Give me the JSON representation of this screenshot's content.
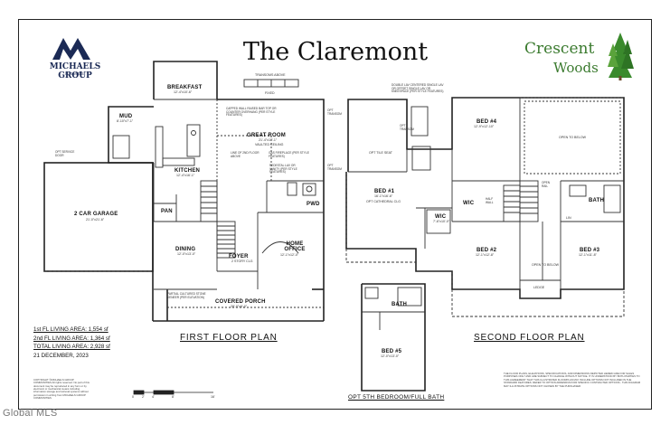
{
  "document": {
    "title": "The Claremont",
    "builder_name": "MICHAELS GROUP",
    "builder_sub": "HOMES",
    "community_line1": "Crescent",
    "community_line2": "Woods",
    "watermark": "Global MLS",
    "brand_colors": {
      "builder_navy": "#1b2a55",
      "community_green": "#3a7a2e"
    }
  },
  "plans": {
    "first_floor": "FIRST FLOOR PLAN",
    "second_floor": "SECOND FLOOR PLAN",
    "optional": "OPT 5TH BEDROOM/FULL BATH"
  },
  "first_floor_rooms": {
    "breakfast": "BREAKFAST",
    "breakfast_dim": "12'-4\"x10'-6\"",
    "mud": "MUD",
    "mud_dim": "8'-10\"x7'-1\"",
    "great_room": "GREAT ROOM",
    "great_room_dim": "21'-4\"x17'-1\"",
    "great_room_note": "VAULTED CEILING",
    "kitchen": "KITCHEN",
    "kitchen_dim": "12'-4\"x16'-1\"",
    "pan": "PAN",
    "garage": "2 CAR GARAGE",
    "garage_dim": "21'-0\"x21'-6\"",
    "dining": "DINING",
    "dining_dim": "12'-0\"x13'-0\"",
    "foyer": "FOYER",
    "foyer_note": "2 STORY CLG",
    "home_office": "HOME OFFICE",
    "home_office_dim": "12'-1\"x12'-0\"",
    "pwd": "PWD",
    "covered_porch": "COVERED PORCH",
    "covered_porch_dim": "28'-0\"x6'-0\"",
    "porch_note": "PARTIAL CULTURED STONE VENEER (PER ELEVATION)",
    "transom": "TRANSOMS ABOVE",
    "fixed": "FIXED",
    "ceiling_note": "CAPPED WALL RAISED BAR TOP OR COUNTER OVERHANG (PER STYLE FEATURES)",
    "fireplace_note": "GAS FIREPLACE (PER STYLE FEATURES)",
    "floor_above_note": "LINE OF 2ND FLOOR ABOVE",
    "pedestal_note": "PEDESTAL LAV OR VANITY (PER STYLE FEATURES)",
    "service_door": "OPT SERVICE DOOR",
    "opt_transom_right": "OPT TRANSOM",
    "opt_transom_left": "OPT TRANSOM"
  },
  "second_floor_rooms": {
    "bed4": "BED #4",
    "bed4_dim": "12'-9\"x12'-10\"",
    "open_below": "OPEN TO BELOW",
    "bed1": "BED #1",
    "bed1_dim": "16'-1\"x16'-6\"",
    "bed1_note": "OPT CATHEDRAL CLG",
    "wic": "WIC",
    "wic_dim": "7'-6\"x10'-0\"",
    "bath": "BATH",
    "bed2": "BED #2",
    "bed2_dim": "12'-1\"x12'-8\"",
    "bed3": "BED #3",
    "bed3_dim": "12'-1\"x11'-8\"",
    "lin": "LIN",
    "ledge": "LEDGE",
    "open_to_below_small": "OPEN TO BELOW",
    "opt_tile_seat": "OPT TILE SEAT",
    "lav_note": "DOUBLE LAV CENTERED SINGLE LAV OR OFFSET SINGLE LAV OR KNEESPACE (PER STYLE FEATURES)",
    "opt_rail": "OPEN RAIL",
    "half_wall": "HALF WALL",
    "opt_window": "OPT TRANSOM",
    "wic_small": "WIC"
  },
  "optional_rooms": {
    "bath": "BATH",
    "bed5": "BED #5",
    "bed5_dim": "12'-0\"x13'-0\""
  },
  "stats": {
    "first": "1st FL LIVING AREA: 1,554 sf",
    "second": "2nd FL LIVING AREA: 1,364 sf",
    "total": "TOTAL LIVING AREA: 2,928 sf",
    "date": "21 DECEMBER, 2023"
  },
  "scale_labels": [
    "0",
    "2'",
    "4'",
    "8'",
    "16'"
  ],
  "copyright": "COPYRIGHT ©MICHAELS GROUP COMMUNITIES All rights reserved. No part of this document may be reproduced in any form or by electronic or mechanical means including information storage and retrieval systems without permission in writing from MICHAELS GROUP COMMUNITIES",
  "disclaimer": "THE FLOOR PLANS, ELEVATIONS, SPECIFICATIONS, AND DIMENSIONS DEPICTED HEREIN ARE FOR SALES PURPOSES ONLY AND ARE SUBJECT TO CHANGE WITHOUT NOTICE. IT IS UNDERSTOOD BY BOTH PARTIES TO THIS AGREEMENT THAT THIS ILLUSTRATED FLOORPLAN MAY INCLUDE OPTIONS NOT INCLUDED IN THE STANDARD FEATURES. REFER TO OPTION ADDENDUM FOR SPECIFIC CONTRACTED OPTIONS - THIS DIAGRAM MAY ILLUSTRATE OPTIONS NOT CHOSEN BY THE PURCHASER"
}
